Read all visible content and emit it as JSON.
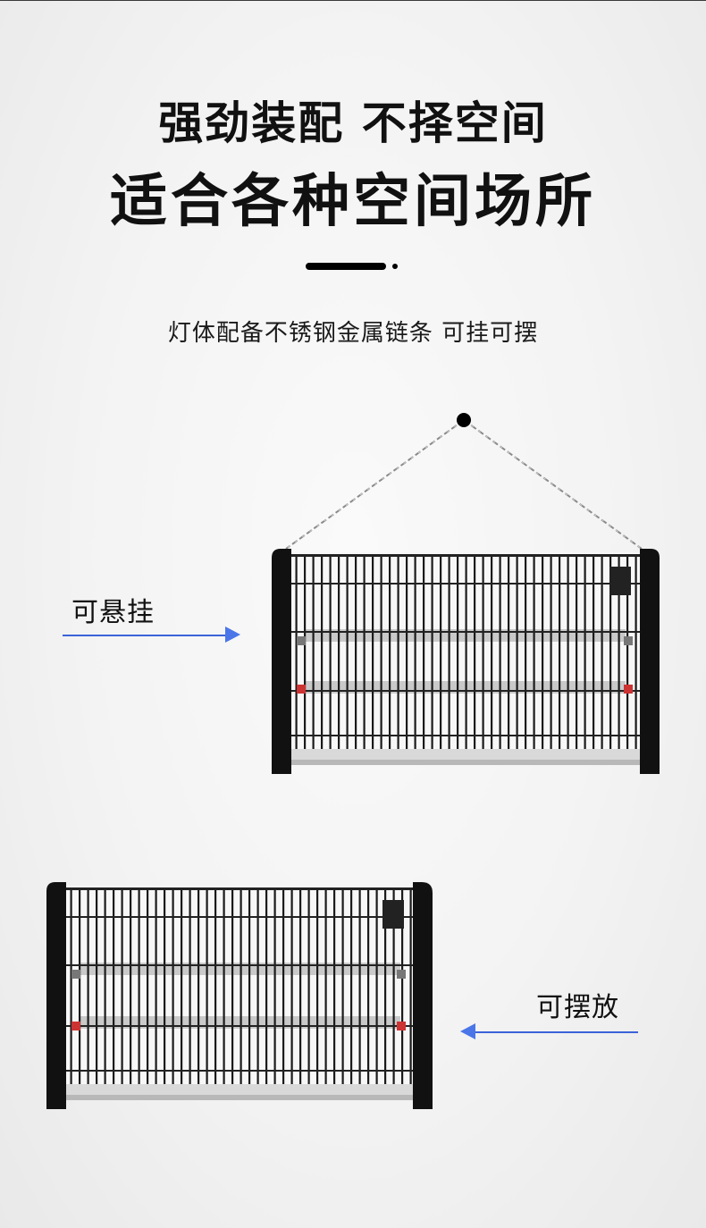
{
  "header": {
    "title_line1": "强劲装配 不择空间",
    "title_line2": "适合各种空间场所",
    "subtitle": "灯体配备不锈钢金属链条 可挂可摆"
  },
  "callouts": {
    "hanging": {
      "label": "可悬挂",
      "arrow_direction": "right"
    },
    "standing": {
      "label": "可摆放",
      "arrow_direction": "left"
    }
  },
  "products": [
    {
      "name": "hanging-bug-zapper",
      "mount": "chain"
    },
    {
      "name": "standing-bug-zapper",
      "mount": "tabletop"
    }
  ],
  "colors": {
    "accent_arrow": "#3b63d9",
    "text": "#111111",
    "background": "#f3f3f3",
    "frame": "#111111"
  }
}
